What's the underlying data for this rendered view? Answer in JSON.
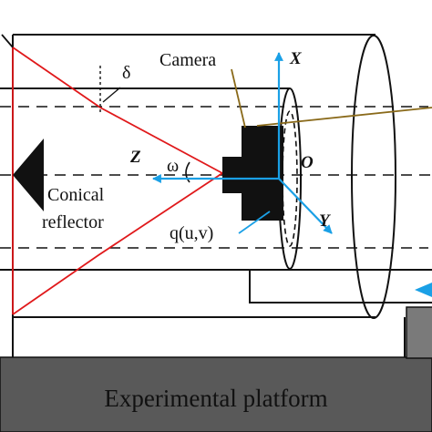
{
  "labels": {
    "camera": "Camera",
    "conical_reflector_line1": "Conical",
    "conical_reflector_line2": "reflector",
    "delta": "δ",
    "omega": "ω",
    "image_point": "q(u,v)",
    "platform": "Experimental platform"
  },
  "axes": {
    "x": "X",
    "y": "Y",
    "z": "Z",
    "origin": "O"
  },
  "colors": {
    "ray_red": "#e0191b",
    "axis_blue": "#1aa0e6",
    "camera_pointer": "#8a6a1a",
    "platform_fill": "#595959",
    "outline": "#111111"
  }
}
